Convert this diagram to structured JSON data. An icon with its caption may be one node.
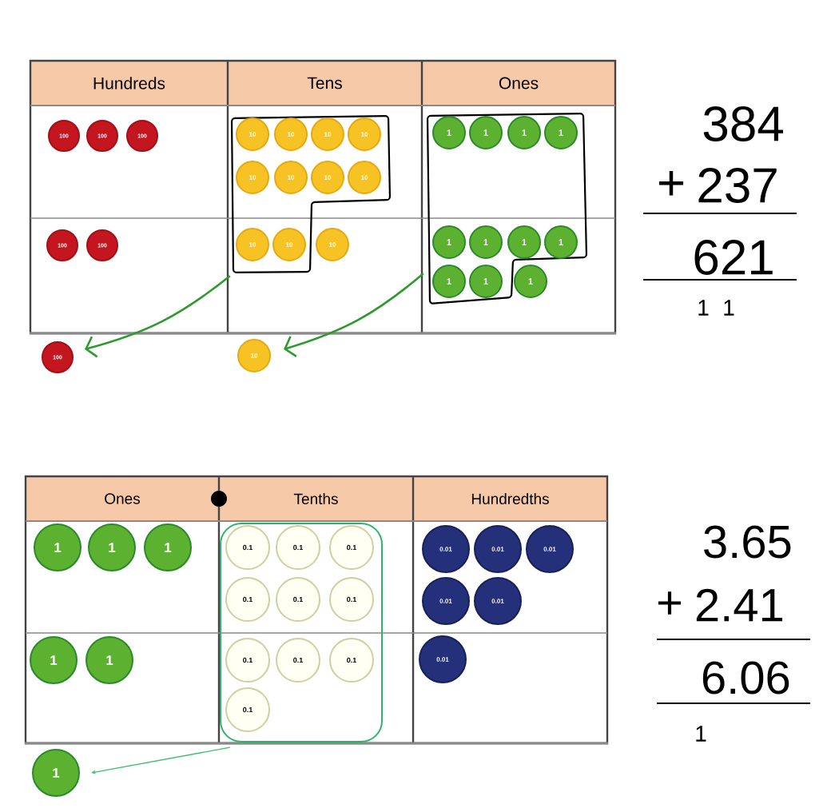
{
  "diagram": {
    "nodes": [
      {
        "text": [
          "100"
        ]
      },
      {
        "text": [
          "100"
        ]
      },
      {
        "text": [
          "100"
        ]
      },
      {
        "text": [],
        "shape": "box"
      },
      {
        "text": [
          "10"
        ],
        "in": 3
      },
      {
        "text": [
          "10"
        ],
        "in": 3
      },
      {
        "text": [
          "10"
        ],
        "in": 3
      },
      {
        "text": [
          "10"
        ],
        "in": 3
      },
      {
        "text": [
          "10"
        ],
        "in": 3
      },
      {
        "text": [
          "10"
        ],
        "in": 3
      },
      {
        "text": [
          "10"
        ],
        "in": 3
      },
      {
        "text": [
          "10"
        ],
        "in": 3
      },
      {
        "text": [],
        "shape": "box"
      },
      {
        "text": [
          "1"
        ],
        "in": 12
      },
      {
        "text": [
          "1"
        ],
        "in": 12
      },
      {
        "text": [
          "1"
        ],
        "in": 12
      },
      {
        "text": [
          "1"
        ],
        "in": 12
      },
      {
        "text": [
          "100"
        ]
      },
      {
        "text": [
          "100"
        ]
      },
      {
        "text": [
          "10"
        ],
        "in": 3
      },
      {
        "text": [
          "10"
        ],
        "in": 3
      },
      {
        "text": [
          "10"
        ]
      },
      {
        "text": [
          "1"
        ],
        "in": 12
      },
      {
        "text": [
          "1"
        ],
        "in": 12
      },
      {
        "text": [
          "1"
        ],
        "in": 12
      },
      {
        "text": [
          "1"
        ],
        "in": 12
      },
      {
        "text": [
          "1"
        ],
        "in": 12
      },
      {
        "text": [
          "1"
        ],
        "in": 12
      },
      {
        "text": [
          "1"
        ]
      },
      {
        "text": [
          "100"
        ]
      },
      {
        "text": [
          "10"
        ]
      },
      {
        "text": [
          "1"
        ]
      },
      {
        "text": [
          "1"
        ]
      },
      {
        "text": [
          "1"
        ]
      },
      {
        "text": [],
        "shape": "box"
      },
      {
        "text": [
          "0.1"
        ],
        "in": 34
      },
      {
        "text": [
          "0.1"
        ],
        "in": 34
      },
      {
        "text": [
          "0.1"
        ],
        "in": 34
      },
      {
        "text": [
          "0.1"
        ],
        "in": 34
      },
      {
        "text": [
          "0.1"
        ],
        "in": 34
      },
      {
        "text": [
          "0.1"
        ],
        "in": 34
      },
      {
        "text": [
          "0.01"
        ]
      },
      {
        "text": [
          "0.01"
        ]
      },
      {
        "text": [
          "0.01"
        ]
      },
      {
        "text": [
          "0.01"
        ]
      },
      {
        "text": [
          "0.01"
        ]
      },
      {
        "text": [
          "1"
        ]
      },
      {
        "text": [
          "1"
        ]
      },
      {
        "text": [
          "0.1"
        ],
        "in": 34
      },
      {
        "text": [
          "0.1"
        ],
        "in": 34
      },
      {
        "text": [
          "0.1"
        ],
        "in": 34
      },
      {
        "text": [
          "0.1"
        ],
        "in": 34
      },
      {
        "text": [
          "0.01"
        ]
      },
      {
        "text": [
          "1"
        ]
      }
    ],
    "edges": [
      {
        "from": 3,
        "to": 29,
        "arrow": "to"
      },
      {
        "from": 12,
        "to": 30,
        "arrow": "to"
      },
      {
        "from": 34,
        "to": 53,
        "arrow": "to",
        "color": "#3dbf6e"
      }
    ],
    "labels": [
      "Hundreds",
      "Tens",
      "Ones",
      "384",
      "+",
      "237",
      "621",
      "1",
      "1",
      "Ones",
      "Tenths",
      "Hundredths",
      "3.65",
      "+",
      "2.41",
      "6.06",
      "1"
    ]
  }
}
